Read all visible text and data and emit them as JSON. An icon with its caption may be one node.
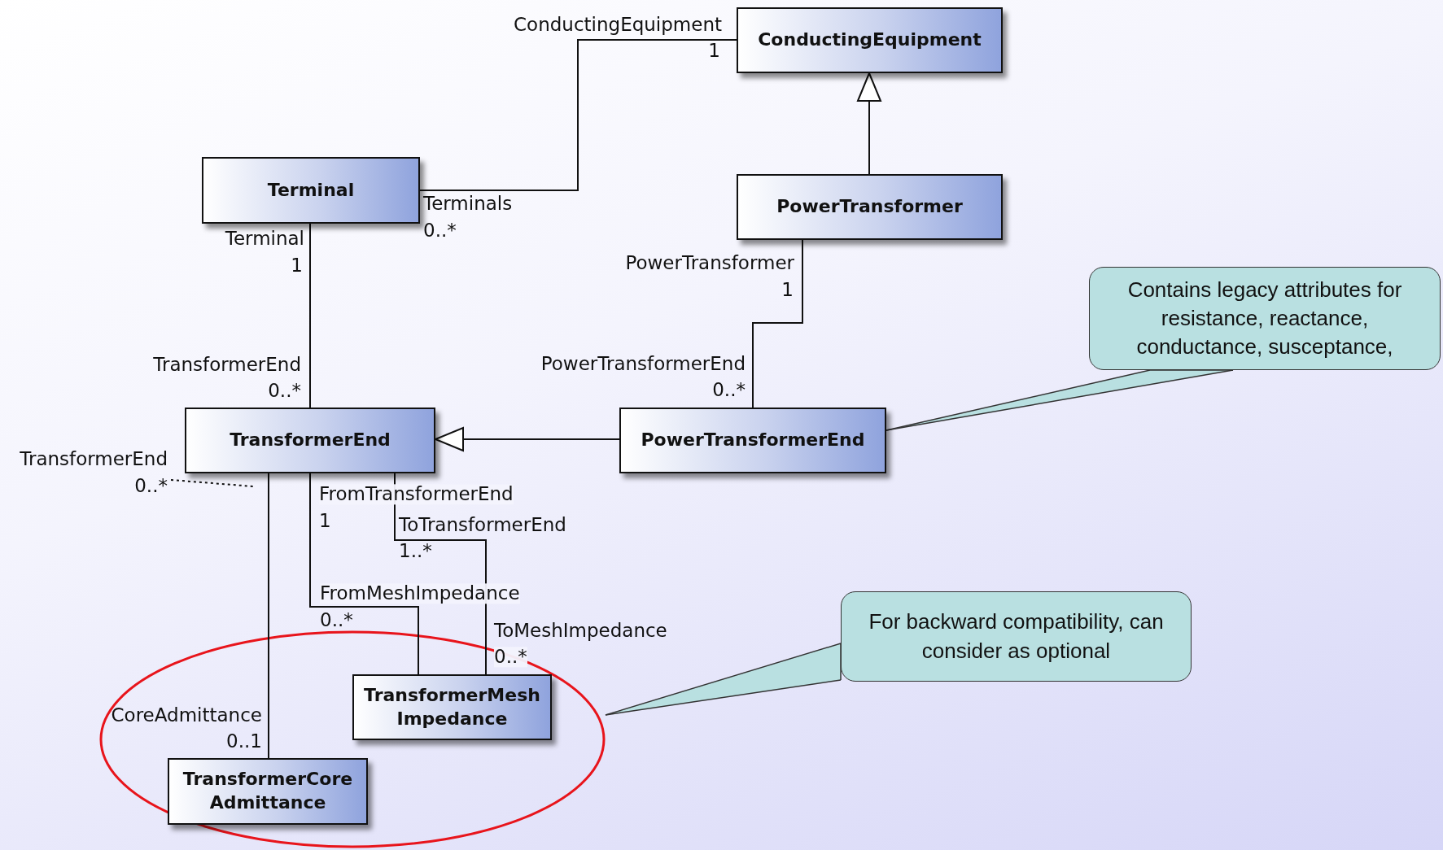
{
  "diagram": {
    "nodes": [
      {
        "text": [
          "ConductingEquipment"
        ]
      },
      {
        "text": [
          "Terminal"
        ]
      },
      {
        "text": [
          "PowerTransformer"
        ]
      },
      {
        "text": [
          "Contains legacy attributes for resistance, reactance, conductance, susceptance,"
        ]
      },
      {
        "text": [
          "TransformerEnd"
        ]
      },
      {
        "text": [
          "PowerTransformerEnd"
        ]
      },
      {
        "text": [
          "For backward compatibility, can consider as optional"
        ]
      },
      {
        "text": [],
        "shape": "ellipse"
      },
      {
        "text": [
          "TransformerMesh Impedance"
        ],
        "in": 7
      },
      {
        "text": [
          "TransformerCore Admittance"
        ],
        "in": 7
      }
    ],
    "edges": [
      {
        "from": 1,
        "to": 0,
        "arrow": "none"
      },
      {
        "from": 1,
        "to": 4,
        "arrow": "none"
      },
      {
        "from": 2,
        "to": 0,
        "arrow": "to"
      },
      {
        "from": 2,
        "to": 5,
        "arrow": "none"
      },
      {
        "from": 5,
        "to": 4,
        "arrow": "to"
      },
      {
        "from": 4,
        "to": 9,
        "arrow": "none"
      },
      {
        "from": 4,
        "to": 8,
        "arrow": "none"
      },
      {
        "from": 4,
        "to": 8,
        "arrow": "none"
      },
      {
        "from": 3,
        "to": 5,
        "arrow": "none"
      },
      {
        "from": 6,
        "to": 7,
        "arrow": "none"
      }
    ],
    "labels": [
      "ConductingEquipment",
      "1",
      "Terminals",
      "0..*",
      "Terminal",
      "1",
      "PowerTransformer",
      "1",
      "TransformerEnd",
      "0..*",
      "PowerTransformerEnd",
      "0..*",
      "TransformerEnd",
      "0..*",
      "FromTransformerEnd",
      "1",
      "ToTransformerEnd",
      "1..*",
      "FromMeshImpedance",
      "0..*",
      "ToMeshImpedance",
      "0..*",
      "CoreAdmittance",
      "0..1"
    ]
  }
}
